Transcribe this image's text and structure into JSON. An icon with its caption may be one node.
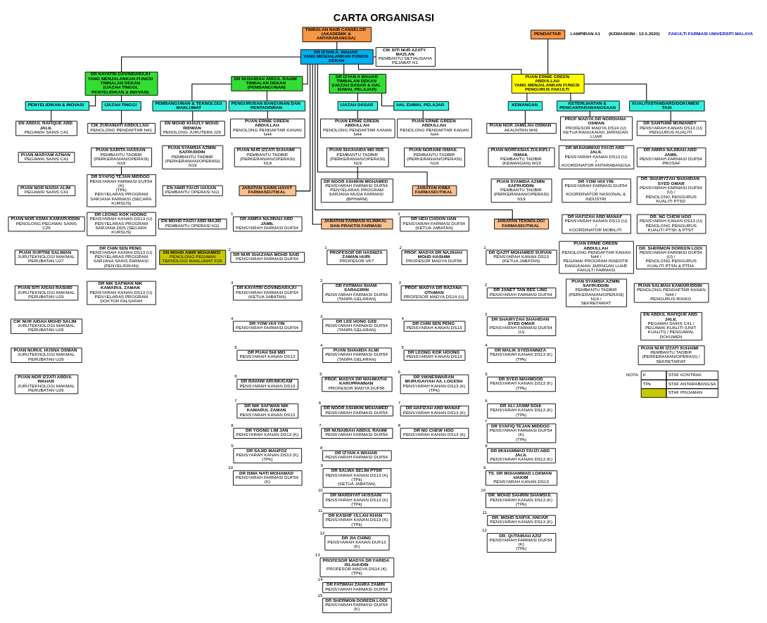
{
  "diagram": {
    "title": "CARTA ORGANISASI",
    "nodes": [
      {
        "text": [
          "TIMBALAN NAIB CANSELOR",
          "(AKADEMIK & ANTARABANGSA)"
        ]
      },
      {
        "text": [
          "DR IZYAN A. WAHAB",
          "YANG MENJALANKAN FUNGSI DEKAN"
        ]
      },
      {
        "text": [
          "CIK SITI NUR AZATY MAZLAN",
          "PEMBANTU SETIAUSAHA PEJABAT N1"
        ]
      },
      {
        "text": [
          "PENDAFTAR"
        ]
      },
      {
        "text": [
          "DR IZYAN A WAHAB",
          "TIMBALAN DEKAN",
          "(IJAZAH DASAR & HAL EHWAL PELAJAR)"
        ]
      },
      {
        "text": [
          "DR KAYATRI GOVINDARAJU",
          "YANG MENJALANKAN FUNGSI TIMBALAN DEKAN",
          "(IJAZAH TINGGI, PENYELIDIKAN & INOVASI)"
        ]
      },
      {
        "text": [
          "DR NUSAIBAH ABDUL RAHIM",
          "TIMBALAN DEKAN",
          "(PEMBANGUNAN)"
        ]
      },
      {
        "text": [
          "PUAN ERNIE GREEN ABDULLAH",
          "YANG MENJALANKAN FUNGSI",
          "PENGURUS FAKULTI"
        ]
      },
      {
        "text": [
          "IJAZAH DASAR"
        ]
      },
      {
        "text": [
          "HAL EHWAL PELAJAR"
        ]
      },
      {
        "text": [
          "IJAZAH TINGGI"
        ]
      },
      {
        "text": [
          "PENYELIDIKAN & INOVASI"
        ]
      },
      {
        "text": [
          "PEMBANGUNAN & TEKNOLOGI MAKLUMAT"
        ]
      },
      {
        "text": [
          "PENGURUSAN BANGUNAN DAN PENTADBIRAN"
        ]
      },
      {
        "text": [
          "KUALITI/STANDARD/DOKUMENTASI"
        ]
      },
      {
        "text": [
          "KEWANGAN"
        ]
      },
      {
        "text": [
          "KETERLIHATAN & PENGANTARABANGSAAN"
        ]
      },
      {
        "text": [
          "PUAN ERNIE GREEN ABDULLAH",
          "PENOLONG PENDAFTAR KANAN N44"
        ]
      },
      {
        "text": [
          "PUAN SHUHAIDA MD ISIS",
          "PEMBANTU TADBIR (PERKERANIAN/OPERASI) N19"
        ]
      },
      {
        "text": [
          "DR NOOR ASHIKIN MOHAMED",
          "PENSYARAH FARMASI DUF54",
          "PENYELARAS PROGRAM SARJANA MUDA FARMASI (BPHARM)"
        ]
      },
      {
        "text": [
          "PUAN ERNIE GREEN ABDULLAH",
          "PENOLONG PENDAFTAR KANAN N44"
        ]
      },
      {
        "text": [
          "PUAN NORAINI ISMAIL",
          "PEMBANTU TADBIR (PERKERANIAN/OPERASI) N19"
        ]
      },
      {
        "text": [
          "CIK ZURAINATI ABDULLAH",
          "PENOLONG PENDAFTAR N41"
        ]
      },
      {
        "text": [
          "PUAN SARITA HASSAN",
          "PEMBANTU TADBIR (PERKERANIAN/OPERASI) N19"
        ]
      },
      {
        "text": [
          "DR SYAFIQ TEJAN MIDDOO",
          "PENSYARAH FARMASI DUF54 (K)",
          "(TPk)",
          "PENYELARAS PROGRAM SARJANA FARMASI (SECARA KURSUS)"
        ]
      },
      {
        "text": [
          "DR LEONG KOK HOONG",
          "PENSYARAH KANAN DS13 (U)",
          "PENYELARAS PROGRAM SARJANA DDS (SECARA KURSUS)"
        ]
      },
      {
        "text": [
          "DR CHIN SEN PENG",
          "PENSYARAH KANAN DS13 (U)",
          "PENYELARAS PROGRAM SARJANA SAINS FARMASI (PENYELIDIKAN)"
        ]
      },
      {
        "text": [
          "DR NIK SAFWAN NIK KAMARUL ZAMAN",
          "PENSYARAH KANAN DS13 (U)",
          "PENYELARAS PROGRAM DOKTOR FALSAFAH"
        ]
      },
      {
        "text": [
          "EN ABDUL RAFIQUE ABD JALIL",
          "PEGAWAI SAINS C41"
        ]
      },
      {
        "text": [
          "PUAN MARYAM AZNAN",
          "PEGAWAI SAINS C41"
        ]
      },
      {
        "text": [
          "PUAN NOR NADIA ALIM",
          "PEGAWAI SAINS C41"
        ]
      },
      {
        "text": [
          "PUAN NOR ASMA KAMARUDDIN",
          "PENOLONG PEGAWAI SAINS C29"
        ]
      },
      {
        "text": [
          "PUAN SURTINI SALIMAN",
          "JURUTEKNOLOGI MAKMAL PERUBATAN U27"
        ]
      },
      {
        "text": [
          "PUAN SITI AISAH RASHID",
          "JURUTEKNOLOGI MAKMAL PERUBATAN U29"
        ]
      },
      {
        "text": [
          "CIK NUR AIDAH MOHD SALIM",
          "JURUTEKNOLOGI MAKMAL PERUBATAN U29"
        ]
      },
      {
        "text": [
          "PUAN NURUL HUSNA OSMAN",
          "JURUTEKNOLOGI MAKMAL PERUBATAN U29"
        ]
      },
      {
        "text": [
          "PUAN NOR IZZATI ABDUL WAHAB",
          "JURUTEKNOLOGI MAKMAL PERUBATAN U29"
        ]
      },
      {
        "text": [
          "EN MOHD KHAZLY MOHD RIDWAN",
          "PENOLONG JURUTERA J29"
        ]
      },
      {
        "text": [
          "PUAN SYAMSIA AZMIN SAFRUDDIN",
          "PEMBANTU TADBIR (PERKERANIAN/OPERASI) N19"
        ]
      },
      {
        "text": [
          "EN AMIR FAUZI HASAN",
          "PEMBANTU OPERASI N11"
        ]
      },
      {
        "text": [
          "EN MOHD FAIZU ABD MAJID",
          "PEMBANTU OPERASI N11"
        ]
      },
      {
        "text": [
          "EN MOHD AMIR MOHAMED",
          "PENOLONG PEGAWAI TEKNOLOGI MAKLUMAT F29"
        ]
      },
      {
        "text": [
          "PUAN ERNIE GREEN ABDULLAH",
          "PENOLONG PENDAFTAR KANAN N44"
        ]
      },
      {
        "text": [
          "PUAN NUR IZZATI SUHAIMI",
          "PEMBANTU TADBIR (PERKERANIAN/OPERASI) N19"
        ]
      },
      {
        "text": [
          "DR SANTHINI MUNIANDY",
          "PENSYARAH KANAN DS13 (U)",
          "PENGURUS KUALITI"
        ]
      },
      {
        "text": [
          "DR AMIRA NAJIBAH ABD JAMIL",
          "PENSYARAH FARMASI DUF54",
          "PROSAF"
        ]
      },
      {
        "text": [
          "DR. SHAIRYZAH SHAHIDAN SYED OMAR",
          "PENSYARAH FARMASI DUF54 (U) /",
          "PENOLONG PENGURUS KUALITI PTSD"
        ]
      },
      {
        "text": [
          "DR. NG CHEW HOO",
          "PENSYARAH KANAN DS13 (U)",
          "PENOLONG PENGURUS KUALITI PTSK & PTST"
        ]
      },
      {
        "text": [
          "DR. SHERMON DOREEN LOOI",
          "PENSYARAH FARMASI DUF54 (U) /",
          "PENOLONG PENGURUS KUALITI PTSN & PTDA"
        ]
      },
      {
        "text": [
          "PUAN SALMAH KAMARUDDIN",
          "PENOLONG PENDAFTAR KANAN N44 /",
          "PENGURUS RISIKO"
        ]
      },
      {
        "text": [
          "EN ABDUL RAFIQUE ABD JALIL",
          "PEGAWAI SAINS C41 /",
          "PEGAWAI KUALITI (UNIT KUALITI) / PENGAWAL DOKUMEN"
        ]
      },
      {
        "text": [
          "PUAN NUR IZZATI SUHAIMI",
          "PEMBANTU TADBIR (PERKERANIAN/OPERASI) / SEKRETARIAT"
        ]
      },
      {
        "text": [
          "PUAN NOR JAMILAH OSMAN",
          "AKAUNTAN W41"
        ]
      },
      {
        "text": [
          "PUAN NORFASHA ZULKIFLI ISMAIL",
          "PEMBANTU TADBIR (KEWANGAN) W19"
        ]
      },
      {
        "text": [
          "PUAN SYAMSIA AZMIN SAFRUDDIN",
          "PEMBANTU TADBIR (PERKERANIAN/OPERASI) N19"
        ]
      },
      {
        "text": [
          "PROF MADYA DR NORDIANA OSMAN",
          "PROFESOR MADYA DS14 (U)",
          "KETUA RANGKAIAN JARINGAN LUAR"
        ]
      },
      {
        "text": [
          "DR MUHAMMAD FAUZI ABD JALIL",
          "PENSYARAH KANAN DS13 (U) /",
          "KOORDINATOR ANTARABANGSA"
        ]
      },
      {
        "text": [
          "DR YOW HUI YIN",
          "PENSYARAH FARMASI DUF54 /",
          "KOORDINATOR NASIONAL & INDUSTRI"
        ]
      },
      {
        "text": [
          "DR HAFIZAH ABD MANAF",
          "PENSYARAH KANAN DS13 (U) /",
          "KOORDINATOR MOBILITI"
        ]
      },
      {
        "text": [
          "PUAN ERNIE GREEN ABDULLAH",
          "PENOLONG PENDAFTAR KANAN N44 /",
          "PEGAWAI PROGRAM INSENTIF RANGKAIAN JARINGAN LUAR FAKULTI FARMASI"
        ]
      },
      {
        "text": [
          "PUAN SYAMSIA AZMIN SAFRUDDIN",
          "PEMBANTU TADBIR (PERKERANIAN/OPERASI) N19 /",
          "SEKRETARIAT"
        ]
      },
      {
        "text": [
          "JABATAN FARMASI KLINIKAL DAN PRAKTIS FARMASI"
        ]
      },
      {
        "text": [
          "PROFESOR DR HASNIZA ZAMAN HURI",
          "PROFESOR VK7"
        ],
        "beside": [
          "1"
        ]
      },
      {
        "text": [
          "DR FATIMAH SHAM SARAGIRIN",
          "PENSYARAH FARMASI DUF54 (TANPA GELARAN)"
        ],
        "beside": [
          "2"
        ]
      },
      {
        "text": [
          "DR LEE HONG GEE",
          "PENSYARAH FARMASI DUF54 (TANPA GELARAN)"
        ],
        "beside": [
          "3"
        ]
      },
      {
        "text": [
          "PUAN SHAHIDA ALMI",
          "PENSYARAH FARMASI DUF54 (TANPA GELARAN)"
        ],
        "beside": [
          "4"
        ]
      },
      {
        "text": [
          "PROF. MADYA DR MAHMATHI KARUPPANNAN",
          "PROFESOR MADYA DUF56"
        ],
        "beside": [
          "5"
        ]
      },
      {
        "text": [
          "DR NOOR ASHIKIN MOHAMED",
          "PENSYARAH FARMASI DUF54"
        ],
        "beside": [
          "6"
        ]
      },
      {
        "text": [
          "DR NUSAIBAH ABDUL RAHIM",
          "PENSYARAH FARMASI DUF54"
        ],
        "beside": [
          "7"
        ]
      },
      {
        "text": [
          "DR IZYAN A WAHAB",
          "PENSYARAH FARMASI DUF54"
        ],
        "beside": [
          "8"
        ]
      },
      {
        "text": [
          "DR SALWA SELIM PTSR",
          "PENSYARAH KANAN DS13 (K)",
          "(TPk)",
          "(KETUA JABATAN)"
        ],
        "beside": [
          "9"
        ]
      },
      {
        "text": [
          "DR MARDIYAT HUSSAIN",
          "PENSYARAH KANAN DS13 (K)",
          "(TPk)"
        ],
        "beside": [
          "10"
        ]
      },
      {
        "text": [
          "DR KASHIF ULLAH KHAN",
          "PENSYARAH KANAN DS13 (K)",
          "(TPk)"
        ],
        "beside": [
          "11"
        ]
      },
      {
        "text": [
          "DR JIA CHING",
          "PENSYARAH KANAN DUF13 (K)"
        ],
        "beside": [
          "12"
        ]
      },
      {
        "text": [
          "PROFESOR MADYA DR FARIDA ISLAHUDIN",
          "PROFESOR MADYA DS14 (K)",
          "(TPk)"
        ],
        "beside": [
          "13"
        ]
      },
      {
        "text": [
          "DR FATIMAH ZAHRA ZAMRI",
          "PENSYARAH FARMASI DUF54"
        ],
        "beside": [
          "14"
        ]
      },
      {
        "text": [
          "DR SHERMON DOREEN LOOI",
          "PENSYARAH FARMASI DUF54 (K)"
        ],
        "beside": [
          "15"
        ]
      },
      {
        "text": [
          "JABATAN KIMIA FARMASEUTIKAL"
        ]
      },
      {
        "text": [
          "DR HEH CHOON HAN",
          "PENSYARAH FARMASI DUF54",
          "(KETUA JABATAN)"
        ],
        "beside": [
          "1"
        ]
      },
      {
        "text": [
          "PROF. MADYA DR NAJIHAH MOHD HASHIM",
          "PROFESOR MADYA DUF56"
        ],
        "beside": [
          "2"
        ]
      },
      {
        "text": [
          "PROF. MADYA DR RAZANA OTHMAN",
          "PROFESOR MADYA DS14 (U)"
        ],
        "beside": [
          "3"
        ]
      },
      {
        "text": [
          "DR CHIN SEN PENG",
          "PENSYARAH KANAN DS13"
        ],
        "beside": [
          "4"
        ]
      },
      {
        "text": [
          "DR LEONG KOK HOONG",
          "PENSYARAH KANAN DS13"
        ],
        "beside": [
          "5"
        ]
      },
      {
        "text": [
          "DR VIKNESWARAN MURUGAIYAH A/L LOGESH",
          "PENSYARAH KANAN DS13 (K)",
          "(TPk)"
        ],
        "beside": [
          "6"
        ]
      },
      {
        "text": [
          "DR HAFIZAH ABD MANAF",
          "PENSYARAH KANAN DS13 (K)"
        ],
        "beside": [
          "7"
        ]
      },
      {
        "text": [
          "DR NG CHEW HOO",
          "PENSYARAH KANAN DS13 (K)"
        ],
        "beside": [
          "8"
        ]
      },
      {
        "text": [
          "JABATAN SAINS HAYAT FARMASEUTIKAL"
        ]
      },
      {
        "text": [
          "DR AMIRA NAJIBAH ABD JAMIL",
          "PENSYARAH FARMASI DUF54"
        ],
        "beside": [
          "1"
        ]
      },
      {
        "text": [
          "DR NUR SHAZANA MOHD SAID",
          "PENSYARAH FARMASI DUF54"
        ],
        "beside": [
          "2"
        ]
      },
      {
        "text": [
          "DR KAYATRI GOVINDARAJU",
          "PENSYARAH FARMASI DUF54",
          "(KETUA JABATAN)"
        ],
        "beside": [
          "3"
        ]
      },
      {
        "text": [
          "DR YOW HUI YIN",
          "PENSYARAH FARMASI DUF54"
        ],
        "beside": [
          "4"
        ]
      },
      {
        "text": [
          "DR PUAH SHI MEI",
          "PENSYARAH KANAN DS13"
        ],
        "beside": [
          "5"
        ]
      },
      {
        "text": [
          "DR BAVANI ARUMUGAM",
          "PENSYARAH KANAN DS13"
        ],
        "beside": [
          "6"
        ]
      },
      {
        "text": [
          "DR NIK SAFWAN NIK KAMARUL ZAMAN",
          "PENSYARAH KANAN DS13"
        ],
        "beside": [
          "7"
        ]
      },
      {
        "text": [
          "DR YOONG LIM JAN",
          "PENSYARAH KANAN DS13 (K)"
        ],
        "beside": [
          "8"
        ]
      },
      {
        "text": [
          "DR SAJID MAHFOZ",
          "PENSYARAH KANAN DS13 (K)",
          "(TPk)"
        ],
        "beside": [
          "9"
        ]
      },
      {
        "text": [
          "DR ISMA NATI MOHAMAD",
          "PENSYARAH FARMASI DUF54 (K)"
        ],
        "beside": [
          "10"
        ]
      },
      {
        "text": [
          "JABATAN TEKNOLOGI FARMASEUTIKAL"
        ]
      },
      {
        "text": [
          "DR QAZIT MOHAMED SUFIAN",
          "PENSYARAH KANAN DS13",
          "(KETUA JABATAN)"
        ],
        "beside": [
          "1"
        ]
      },
      {
        "text": [
          "DR JANET TAN BEE LING",
          "PENSYARAH FARMASI DUF54"
        ],
        "beside": [
          "2"
        ]
      },
      {
        "text": [
          "DR SHAIRYZAH SHAHIDAN SYED OMAR",
          "PENSYARAH FARMASI DUF54 (U)"
        ],
        "beside": [
          "3"
        ]
      },
      {
        "text": [
          "DR MALIK SYEDANNIZA",
          "PENSYARAH KANAN DS13 (K)",
          "(TPk)"
        ],
        "beside": [
          "4"
        ]
      },
      {
        "text": [
          "DR SYED MAHMOOD",
          "PENSYARAH KANAN DS13 (K)",
          "(TPk)"
        ],
        "beside": [
          "5"
        ]
      },
      {
        "text": [
          "DR ALI JASIM SOHI",
          "PENSYARAH KANAN DS13 (K)",
          "(TPk)"
        ],
        "beside": [
          "6"
        ]
      },
      {
        "text": [
          "DR SYAFIQ TEJAN MIDDOO",
          "PENSYARAH FARMASI DUF54 (K)",
          "(TPk)"
        ],
        "beside": [
          "7"
        ]
      },
      {
        "text": [
          "DR MUHAMMAD FAUZI ABD JALIL",
          "PENSYARAH KANAN DS13 (K)"
        ],
        "beside": [
          "8"
        ]
      },
      {
        "text": [
          "TS. DR MOHAMMAD LOKMAN HAKIM",
          "PENSYARAH KANAN DS13"
        ],
        "beside": [
          "9"
        ]
      },
      {
        "text": [
          "DR. MOHD SAHRIN SHAMSUL",
          "PENSYARAH KANAN DS13 (K)",
          "(TPk)"
        ],
        "beside": [
          "10"
        ]
      },
      {
        "text": [
          "DR. MOHD SAIFUL ANUAR",
          "PENSYARAH KANAN DS13 (K)"
        ],
        "beside": [
          "11"
        ]
      },
      {
        "text": [
          "DR. QUTAIBAH AZIZ",
          "PENSYARAH FARMASI DUF54 (K)",
          "(TPk)"
        ],
        "beside": [
          "12"
        ]
      }
    ],
    "edges": [
      {
        "from": 0,
        "to": 1,
        "arrow": "none"
      },
      {
        "from": 1,
        "to": 2,
        "arrow": "none"
      },
      {
        "from": 1,
        "to": 4,
        "arrow": "none"
      },
      {
        "from": 1,
        "to": 5,
        "arrow": "none"
      },
      {
        "from": 1,
        "to": 6,
        "arrow": "none"
      },
      {
        "from": 1,
        "to": 7,
        "arrow": "none"
      },
      {
        "from": 3,
        "to": 7,
        "arrow": "none"
      },
      {
        "from": 4,
        "to": 8,
        "arrow": "none"
      },
      {
        "from": 4,
        "to": 9,
        "arrow": "none"
      },
      {
        "from": 5,
        "to": 10,
        "arrow": "none"
      },
      {
        "from": 5,
        "to": 11,
        "arrow": "none"
      },
      {
        "from": 6,
        "to": 12,
        "arrow": "none"
      },
      {
        "from": 6,
        "to": 13,
        "arrow": "none"
      },
      {
        "from": 7,
        "to": 14,
        "arrow": "none"
      },
      {
        "from": 7,
        "to": 15,
        "arrow": "none"
      },
      {
        "from": 7,
        "to": 16,
        "arrow": "none"
      },
      {
        "from": 8,
        "to": 17,
        "arrow": "none"
      },
      {
        "from": 9,
        "to": 20,
        "arrow": "none"
      },
      {
        "from": 10,
        "to": 22,
        "arrow": "none"
      },
      {
        "from": 11,
        "to": 28,
        "arrow": "none"
      },
      {
        "from": 12,
        "to": 37,
        "arrow": "none"
      },
      {
        "from": 13,
        "to": 42,
        "arrow": "none"
      },
      {
        "from": 14,
        "to": 44,
        "arrow": "none"
      },
      {
        "from": 15,
        "to": 52,
        "arrow": "none"
      },
      {
        "from": 16,
        "to": 55,
        "arrow": "none"
      },
      {
        "from": 18,
        "to": 19,
        "arrow": "none"
      },
      {
        "from": 23,
        "to": 24,
        "arrow": "none"
      },
      {
        "from": 1,
        "to": 61,
        "arrow": "none"
      },
      {
        "from": 1,
        "to": 77,
        "arrow": "none"
      },
      {
        "from": 1,
        "to": 86,
        "arrow": "none"
      },
      {
        "from": 1,
        "to": 97,
        "arrow": "none"
      }
    ],
    "labels": [
      "LAMPIRAN A1",
      "(KEMASKINI : 13.5.2020)",
      "FAKULTI FARMASI UNIVERSITI MALAYA",
      "NOTA:",
      "K",
      "TPk"
    ],
    "legend": [
      {
        "text": "STAF KONTRAK"
      },
      {
        "text": "STAF ANTARABANGSA"
      },
      {
        "text": "STAF PINJAMAN",
        "color": "#c8c800"
      }
    ]
  }
}
